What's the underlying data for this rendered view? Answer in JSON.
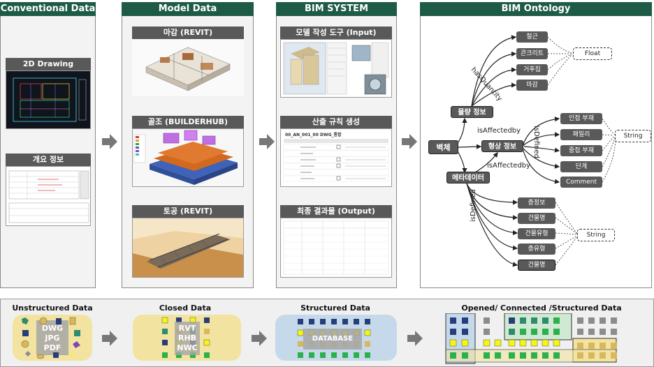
{
  "panels": {
    "conventional": {
      "title": "Conventional Data",
      "drawing_label": "2D Drawing",
      "overview_label": "개요 정보"
    },
    "model": {
      "title": "Model Data",
      "finish_label": "마감 (REVIT)",
      "structure_label": "골조 (BUILDERHUB)",
      "earthwork_label": "토공 (REVIT)"
    },
    "bim_system": {
      "title": "BIM SYSTEM",
      "input_label": "모델 작성 도구 (Input)",
      "rule_label": "산출 규칙 생성",
      "output_label": "최종 결과물 (Output)",
      "rule_table_title": "00_AN_001_00 DWG_통합"
    },
    "ontology": {
      "title": "BIM Ontology"
    }
  },
  "ontology": {
    "nodes": {
      "quantity": "물량 정보",
      "wall": "벽체",
      "shape": "형상 정보",
      "metadata": "메타데이터",
      "rebar": "철근",
      "concrete": "콘크리트",
      "formwork": "거푸집",
      "finish": "마감",
      "adjacent": "인접 부재",
      "family": "패밀리",
      "layer_member": "중첩 부재",
      "step": "단계",
      "comment": "Comment",
      "floor_info": "층정보",
      "building_name": "건물명",
      "building_type": "건물유형",
      "floor_type": "층유형",
      "building_name2": "건물명"
    },
    "types": {
      "float": "Float",
      "string1": "String",
      "string2": "String"
    },
    "edges": {
      "has_quantity": "hasQuantity",
      "affected_by_1": "isAffectedby",
      "affected_by_2": "isAffectedby",
      "is_defined_1": "isDefined",
      "is_defined_2": "isDefined"
    }
  },
  "bottom": {
    "unstructured": {
      "title": "Unstructured Data",
      "formats": [
        "DWG",
        "JPG",
        "PDF"
      ]
    },
    "closed": {
      "title": "Closed Data",
      "formats": [
        "RVT",
        "RHB",
        "NWC"
      ]
    },
    "structured": {
      "title": "Structured Data",
      "label": "DATABASE"
    },
    "opened": {
      "title": "Opened/ Connected /Structured Data"
    }
  },
  "colors": {
    "header": "#1e5b47",
    "chip": "#595959",
    "arrow": "#777777",
    "yellow": "#f5f518",
    "navy": "#283d7c",
    "teal": "#2e8c6e",
    "green": "#2bb14b",
    "tan": "#d7b860",
    "gray": "#8c8c8c"
  }
}
